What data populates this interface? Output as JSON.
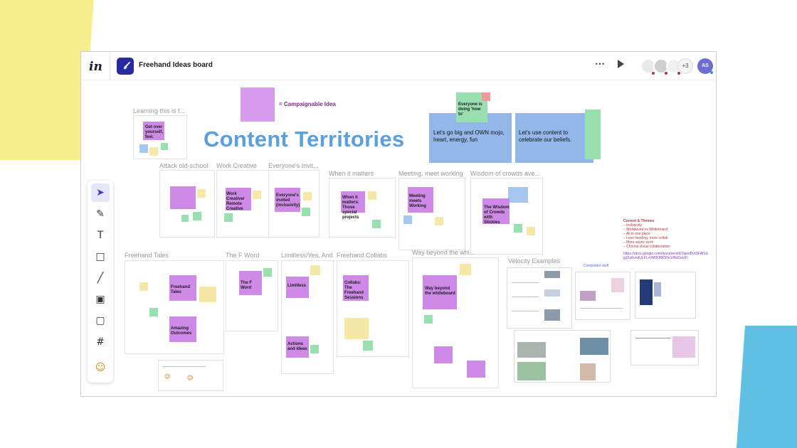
{
  "app": {
    "logo": "in",
    "app_icon": "freehand-icon",
    "board_title": "Freehand Ideas board",
    "more_icon": "⋯",
    "play_icon": "play-icon",
    "collaborators_extra": "+3",
    "current_user_initials": "AS"
  },
  "colors": {
    "campaignable": "#d79cee",
    "title_blue": "#5aa0e1",
    "accent": "#2a2aa0"
  },
  "toolbar": {
    "tools": [
      {
        "name": "select-tool",
        "icon": "cursor-icon",
        "glyph": "➤"
      },
      {
        "name": "pen-tool",
        "icon": "pencil-icon",
        "glyph": "✎"
      },
      {
        "name": "text-tool",
        "icon": "text-icon",
        "glyph": "T"
      },
      {
        "name": "rectangle-tool",
        "icon": "square-icon",
        "glyph": "□"
      },
      {
        "name": "line-tool",
        "icon": "line-icon",
        "glyph": "╱"
      },
      {
        "name": "image-tool",
        "icon": "image-icon",
        "glyph": "▣"
      },
      {
        "name": "sticky-note-tool",
        "icon": "sticky-note-icon",
        "glyph": "▢"
      },
      {
        "name": "frame-tool",
        "icon": "hash-icon",
        "glyph": "#"
      },
      {
        "name": "emoji-tool",
        "icon": "smiley-icon",
        "glyph": "☺"
      }
    ]
  },
  "canvas": {
    "legend_label": "= Campaignable Idea",
    "main_title": "Content Territories",
    "frames": [
      {
        "title": "Learning this is f...",
        "sticky": "Get over yourself, feel."
      },
      {
        "title": "Attack old-school"
      },
      {
        "title": "Work Creative",
        "sticky": "Work Creative/ Remote Creative"
      },
      {
        "title": "Everyone's Invit...",
        "sticky": "Everyone's invited (inclusivity)"
      },
      {
        "title": "When it matters",
        "sticky": "When it matters: Those special projects"
      },
      {
        "title": "Meeting, meet working",
        "sticky": "Meeting meets Working"
      },
      {
        "title": "Wisdom of crowds ave...",
        "sticky": "The Wisdom of Crowds with Stickies"
      },
      {
        "title": "Freehand Tales",
        "sticky1": "Freehand Tales",
        "sticky2": "Amazing Outcomes"
      },
      {
        "title": "The F Word",
        "sticky": "The F Word"
      },
      {
        "title": "Limitless/Yes, And",
        "sticky1": "Limitless",
        "sticky2": "Actions and ideas"
      },
      {
        "title": "Freehand Collabs",
        "sticky": "Collabs: The Freehand Sessions"
      },
      {
        "title": "Way beyond the whi...",
        "sticky": "Way beyond the whiteboard"
      },
      {
        "title": "Velocity Examples"
      }
    ],
    "everyone_sticky": "Everyone is doing 'how to'",
    "blue_card1": "Let's go big and OWN mojo, heart, energy, fun",
    "blue_card2": "Let's use content to celebrate our beliefs.",
    "competitor_label": "Competitor stuff",
    "notes": {
      "heading": "Current & Themes",
      "items": [
        "– Inclusivity",
        "– Workboard vs Whiteboard",
        "– All in one place",
        "– Less meeting, more collab",
        "– More async work",
        "– Choose visual collaboration"
      ],
      "link": "https://docs.google.com/document/d/1lpsoDvc5FAf1dg3Zu0vndULFLxVM0fJ8tODn1rBkDxw3I"
    },
    "emoji_glyph": "☺"
  }
}
